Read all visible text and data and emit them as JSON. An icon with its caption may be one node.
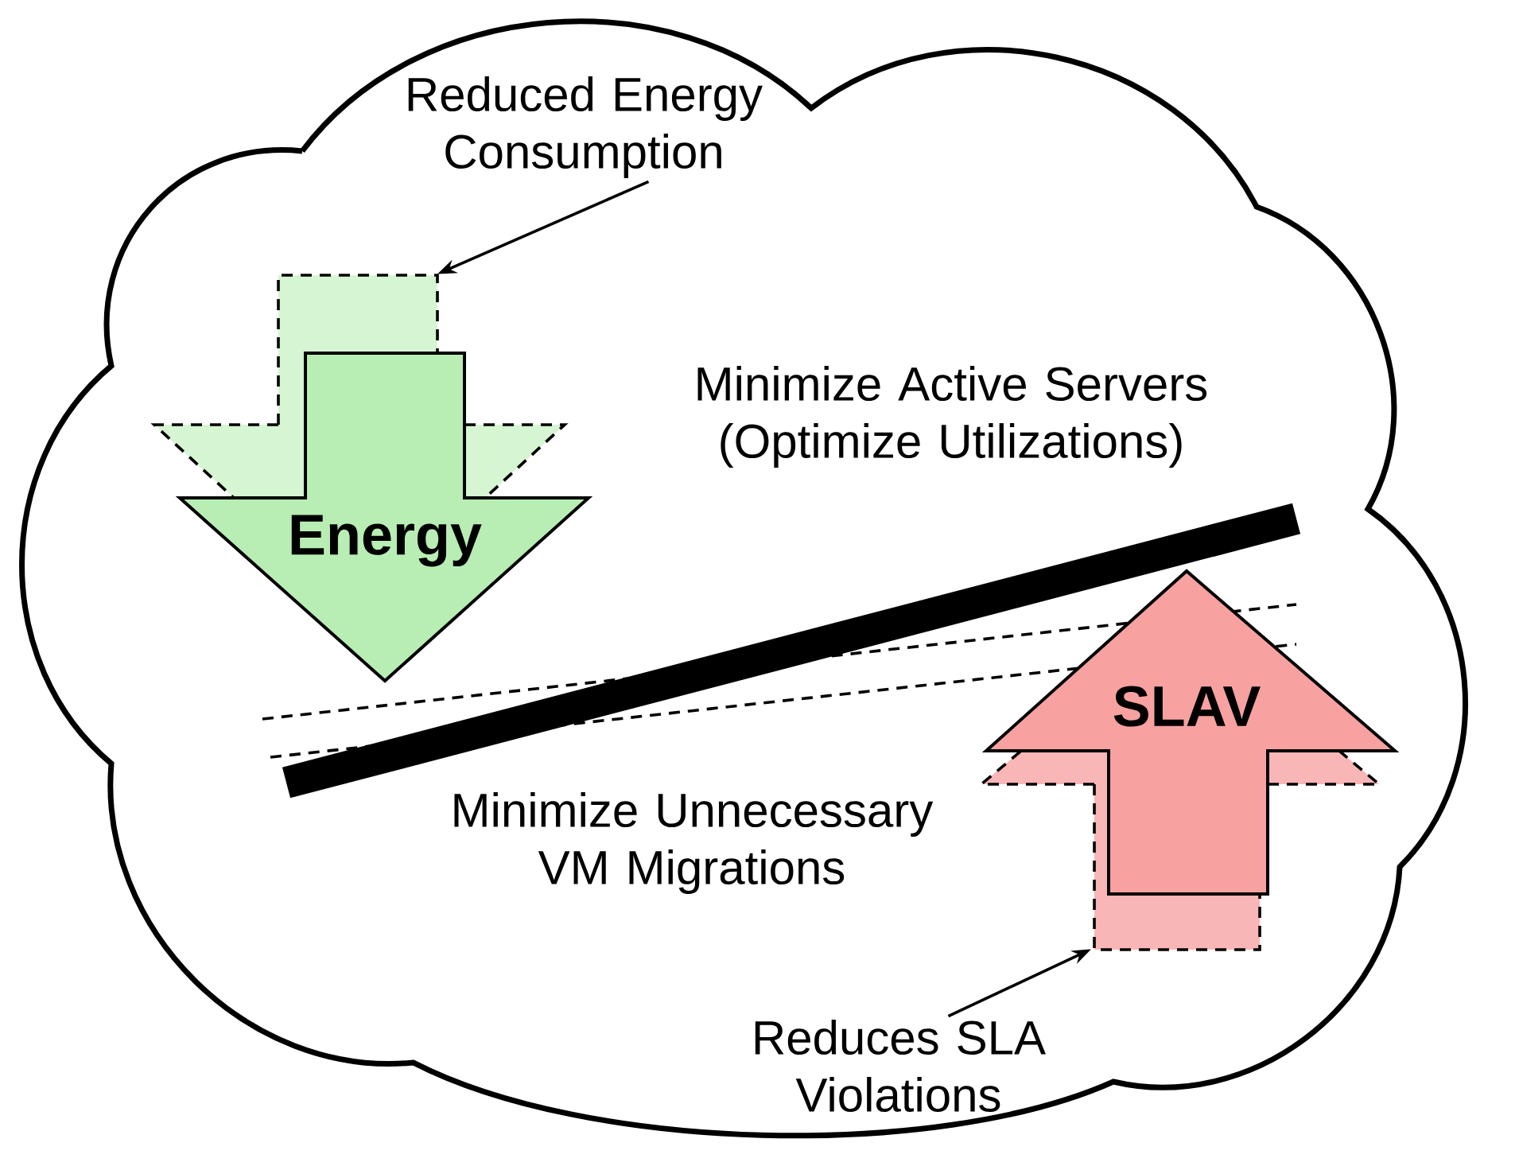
{
  "diagram": {
    "nodes": [
      {
        "text": [
          "Reduced Energy Consumption"
        ]
      },
      {
        "text": [],
        "shape": "box"
      },
      {
        "text": [
          "Energy"
        ]
      },
      {
        "text": [
          "SLAV"
        ]
      },
      {
        "text": [],
        "shape": "box"
      },
      {
        "text": [
          "Reduces SLA Violations"
        ]
      }
    ],
    "edges": [
      {
        "from": 0,
        "to": 1,
        "arrow": "to"
      },
      {
        "from": 5,
        "to": 4,
        "arrow": "to"
      }
    ],
    "labels": [
      "Minimize Active Servers (Optimize Utilizations)",
      "Minimize Unnecessary VM Migrations"
    ]
  }
}
